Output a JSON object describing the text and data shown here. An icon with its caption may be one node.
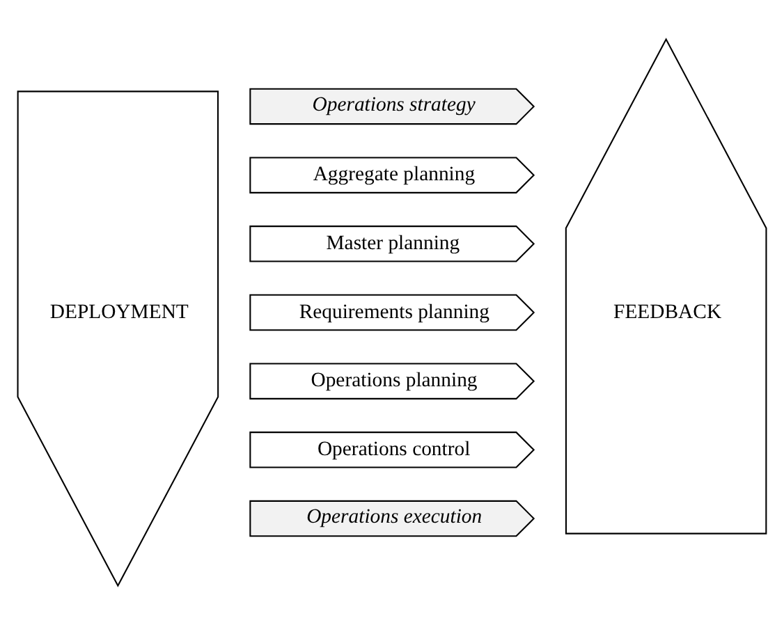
{
  "diagram": {
    "nodes": [
      {
        "text": [
          "DEPLOYMENT"
        ]
      },
      {
        "text": [
          "Operations strategy"
        ]
      },
      {
        "text": [
          "Aggregate planning"
        ]
      },
      {
        "text": [
          "Master planning"
        ]
      },
      {
        "text": [
          "Requirements planning"
        ]
      },
      {
        "text": [
          "Operations planning"
        ]
      },
      {
        "text": [
          "Operations control"
        ]
      },
      {
        "text": [
          "Operations execution"
        ]
      },
      {
        "text": [
          "FEEDBACK"
        ]
      }
    ],
    "edges": []
  }
}
